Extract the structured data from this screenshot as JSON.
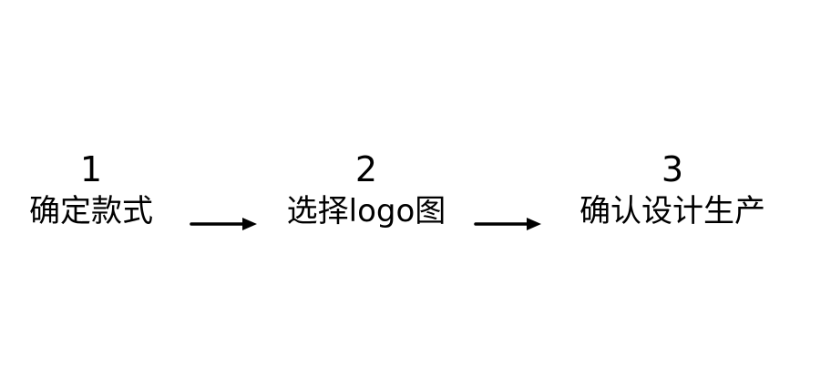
{
  "steps": [
    {
      "number": "1",
      "label": "确定款式"
    },
    {
      "number": "2",
      "label": "选择logo图"
    },
    {
      "number": "3",
      "label": "确认设计生产"
    }
  ],
  "colors": {
    "background": "#ffffff",
    "text": "#000000",
    "arrow": "#000000"
  },
  "icons": {
    "connector": "arrow-right-icon"
  }
}
